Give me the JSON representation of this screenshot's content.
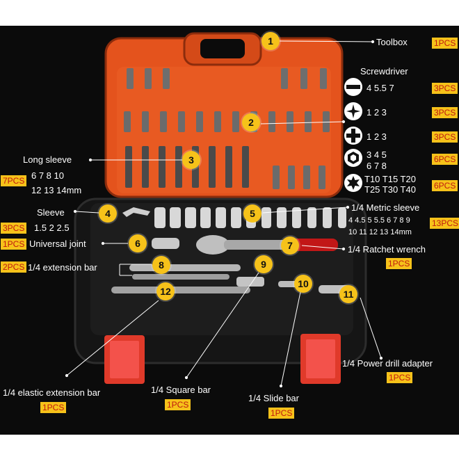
{
  "labels": {
    "toolbox": "Toolbox",
    "screwdriver": "Screwdriver",
    "long_sleeve": "Long sleeve",
    "sleeve": "Sleeve",
    "metric_sleeve": "1/4 Metric sleeve",
    "universal_joint": "Universal joint",
    "ratchet_wrench": "1/4 Ratchet wrench",
    "extension_bar": "1/4 extension bar",
    "power_drill_adapter": "1/4 Power drill adapter",
    "elastic_extension_bar": "1/4 elastic extension bar",
    "square_bar": "1/4 Square bar",
    "slide_bar": "1/4 Slide bar"
  },
  "quantities": {
    "toolbox": "1PCS",
    "screwdriver_slotted": "3PCS",
    "screwdriver_phillips": "3PCS",
    "screwdriver_cross": "3PCS",
    "screwdriver_hex": "6PCS",
    "screwdriver_torx": "6PCS",
    "long_sleeve": "7PCS",
    "sleeve": "3PCS",
    "metric_sleeve": "13PCS",
    "universal_joint": "1PCS",
    "ratchet_wrench": "1PCS",
    "extension_bar": "2PCS",
    "power_drill_adapter": "1PCS",
    "elastic_extension_bar": "1PCS",
    "square_bar": "1PCS",
    "slide_bar": "1PCS"
  },
  "sizes": {
    "slotted": "4  5.5  7",
    "phillips": "1   2   3",
    "cross": "1   2   3",
    "hex_row1": "3    4    5",
    "hex_row2": "6    7    8",
    "torx_row1": "T10 T15 T20",
    "torx_row2": "T25 T30 T40",
    "long_sleeve_row1": "6    7    8    10",
    "long_sleeve_row2": "12   13   14mm",
    "sleeve": "1.5    2    2.5",
    "metric_row1": "4 4.5 5 5.5 6 7 8 9",
    "metric_row2": "10 11 12 13 14mm"
  },
  "badges": [
    "1",
    "2",
    "3",
    "4",
    "5",
    "6",
    "7",
    "8",
    "9",
    "10",
    "11",
    "12"
  ],
  "icons": [
    "slotted-bit-icon",
    "phillips-bit-icon",
    "cross-bit-icon",
    "hex-bit-icon",
    "torx-bit-icon"
  ],
  "colors": {
    "case_orange": "#e4531d",
    "case_black": "#151515",
    "badge_yellow": "#f6c21a",
    "pcs_text": "#c0180f"
  }
}
